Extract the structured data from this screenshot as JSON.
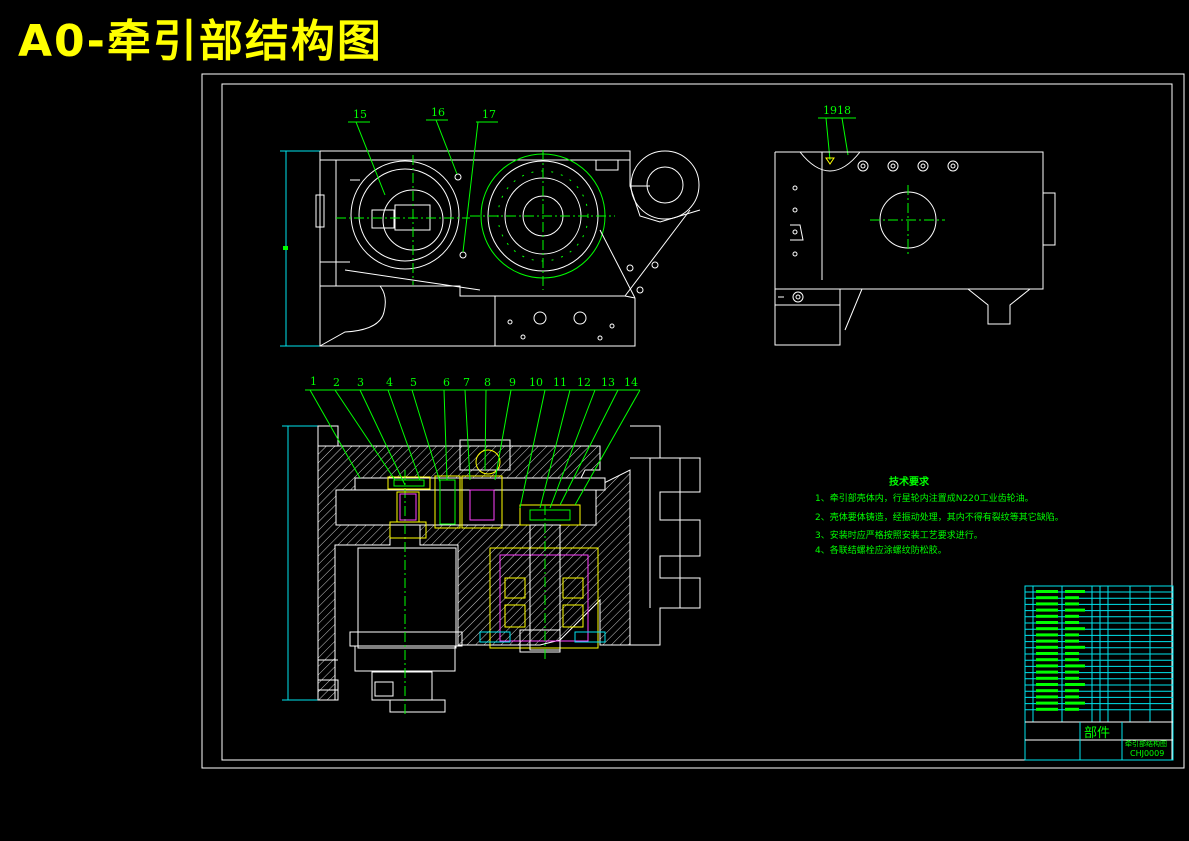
{
  "title": "A0-牵引部结构图",
  "part_numbers_top": [
    "15",
    "16",
    "17",
    "19",
    "18"
  ],
  "part_numbers_bottom": [
    "1",
    "2",
    "3",
    "4",
    "5",
    "6",
    "7",
    "8",
    "9",
    "10",
    "11",
    "12",
    "13",
    "14"
  ],
  "tech_requirements": {
    "heading": "技术要求",
    "items": [
      "1、牵引部壳体内，行星轮内注置成N220工业齿轮油。",
      "2、壳体要体铸造，经振动处理，其内不得有裂纹等其它缺陷。",
      "3、安装时应严格按照安装工艺要求进行。",
      "4、各联结螺栓应涂螺纹防松胶。"
    ]
  },
  "title_block": {
    "part_label": "部件",
    "drawing_name": "牵引部结构图",
    "drawing_code": "CHJ0009"
  },
  "colors": {
    "background": "#000000",
    "title": "#ffff00",
    "frame": "#ffffff",
    "cyan": "#00e5ee",
    "green": "#00ff00",
    "yellow": "#ffff00",
    "magenta": "#ff40ff"
  }
}
